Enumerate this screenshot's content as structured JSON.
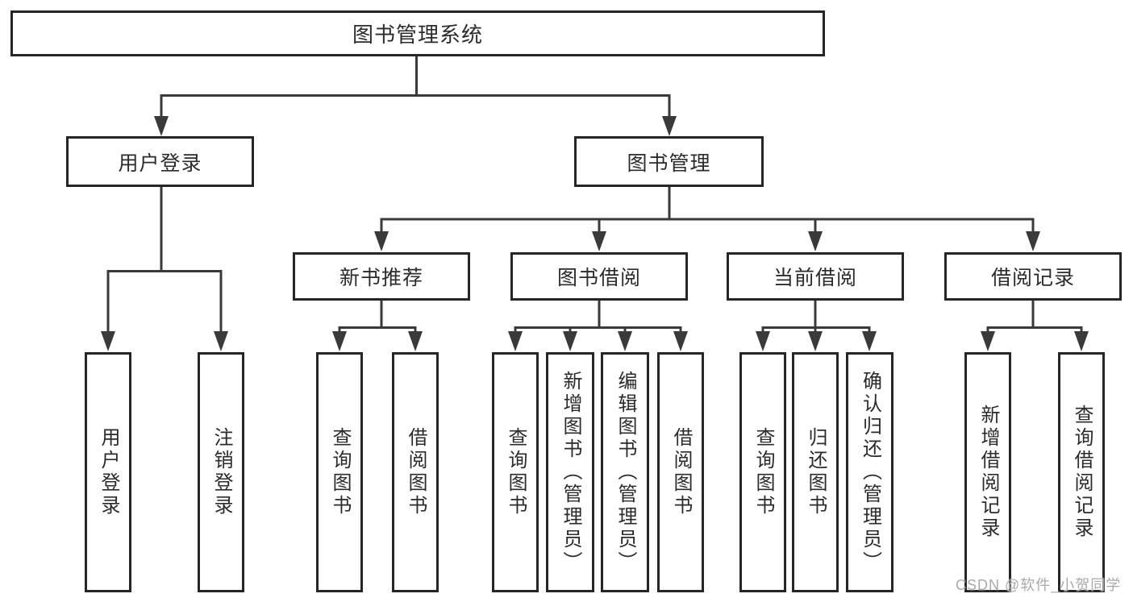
{
  "tree": {
    "label": "图书管理系统",
    "children": [
      {
        "label": "用户登录",
        "children": [
          {
            "label": "用户登录"
          },
          {
            "label": "注销登录"
          }
        ]
      },
      {
        "label": "图书管理",
        "children": [
          {
            "label": "新书推荐",
            "children": [
              {
                "label": "查询图书"
              },
              {
                "label": "借阅图书"
              }
            ]
          },
          {
            "label": "图书借阅",
            "children": [
              {
                "label": "查询图书"
              },
              {
                "label": "新增图书（管理员）"
              },
              {
                "label": "编辑图书（管理员）"
              },
              {
                "label": "借阅图书"
              }
            ]
          },
          {
            "label": "当前借阅",
            "children": [
              {
                "label": "查询图书"
              },
              {
                "label": "归还图书"
              },
              {
                "label": "确认归还（管理员）"
              }
            ]
          },
          {
            "label": "借阅记录",
            "children": [
              {
                "label": "新增借阅记录"
              },
              {
                "label": "查询借阅记录"
              }
            ]
          }
        ]
      }
    ]
  },
  "watermark": "CSDN @软件_小贺同学",
  "colors": {
    "line": "#3a3a3a",
    "border": "#262626",
    "text": "#2b2b2b",
    "watermark": "#aaaaaa",
    "background": "#ffffff"
  }
}
